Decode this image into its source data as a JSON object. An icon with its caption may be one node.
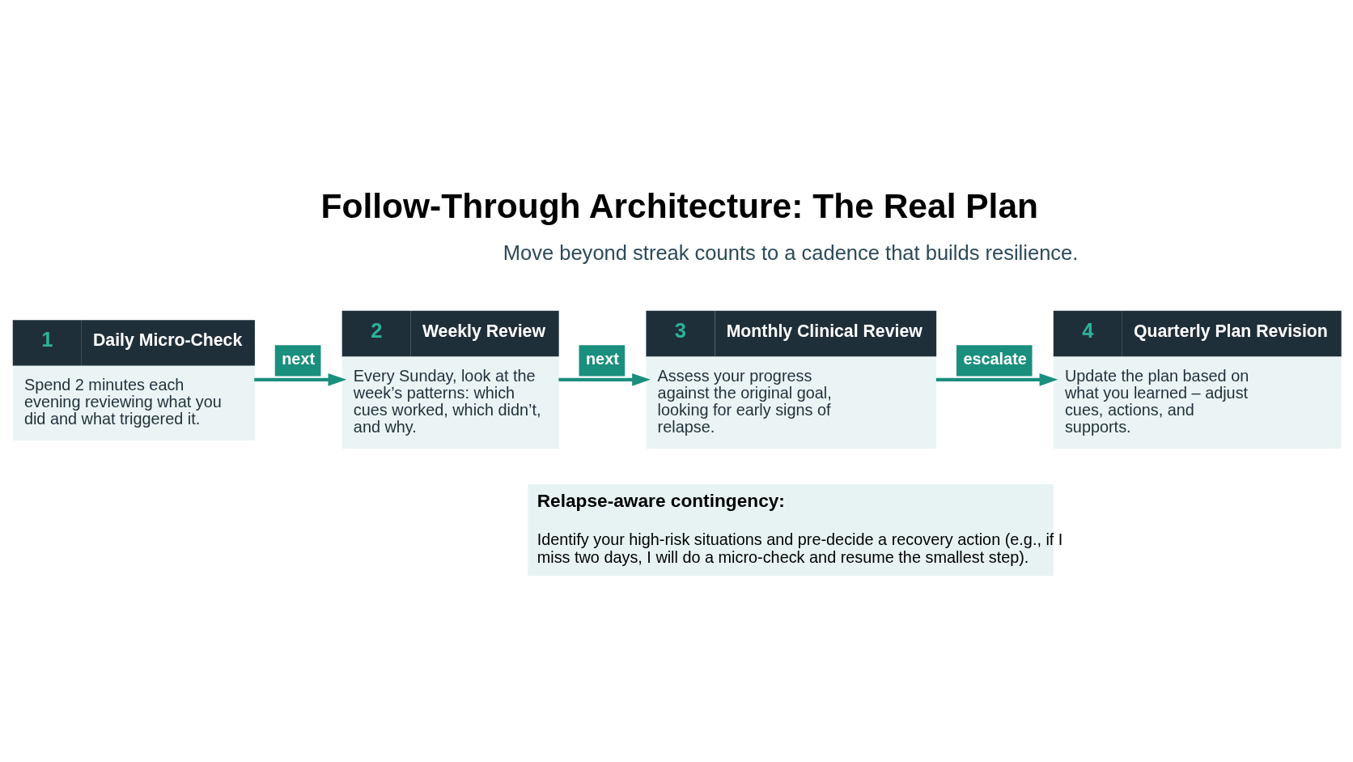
{
  "diagram": {
    "title": "Follow-Through Architecture: The Real Plan",
    "nodes": [
      {
        "text": [
          "1",
          "Daily Micro-Check",
          "Spend 2 minutes each evening reviewing what you did and what triggered it."
        ]
      },
      {
        "text": [
          "2",
          "Weekly Review",
          "Every Sunday, look at the week’s patterns: which cues worked, which didn’t, and why."
        ]
      },
      {
        "text": [
          "3",
          "Monthly Clinical Review",
          "Assess your progress against the original goal, looking for early signs of relapse."
        ]
      },
      {
        "text": [
          "4",
          "Quarterly Plan Revision",
          "Update the plan based on what you learned – adjust cues, actions, and supports."
        ]
      },
      {
        "text": [
          "Relapse-aware contingency:",
          "Identify your high-risk situations and pre-decide a recovery action (e.g., if I miss two days, I will do a micro-check and resume the smallest step)."
        ]
      }
    ],
    "edges": [
      {
        "from": 0,
        "to": 1,
        "arrow": "to",
        "label": "next"
      },
      {
        "from": 1,
        "to": 2,
        "arrow": "to",
        "label": "next"
      },
      {
        "from": 2,
        "to": 3,
        "arrow": "to",
        "label": "escalate"
      }
    ],
    "labels": [
      "Move beyond streak counts to a cadence that builds resilience."
    ]
  }
}
